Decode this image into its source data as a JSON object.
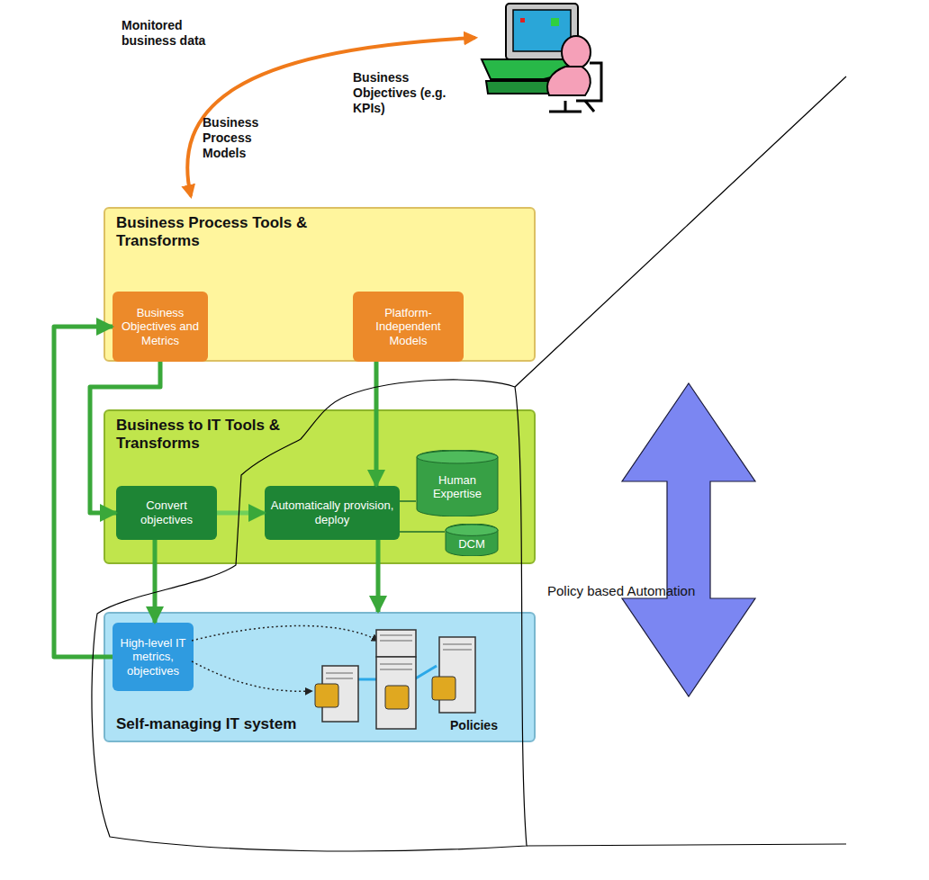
{
  "diagram": {
    "nodes": [
      {
        "text": [
          "Business Process Tools & Transforms"
        ]
      },
      {
        "text": [
          "Business Objectives and Metrics"
        ],
        "in": 0
      },
      {
        "text": [
          "Platform-Independent Models"
        ],
        "in": 0
      },
      {
        "text": [
          "Business to IT Tools & Transforms"
        ]
      },
      {
        "text": [
          "Convert objectives"
        ],
        "in": 3
      },
      {
        "text": [
          "Automatically provision, deploy"
        ],
        "in": 3
      },
      {
        "text": [
          "Human Expertise"
        ],
        "in": 3
      },
      {
        "text": [
          "DCM"
        ],
        "in": 3
      },
      {
        "text": [
          "Self-managing IT system"
        ]
      },
      {
        "text": [
          "High-level IT metrics, objectives"
        ],
        "in": 8
      },
      {
        "text": [
          "Policy based Automation"
        ]
      }
    ],
    "edges": [
      {
        "from": 1,
        "to": 4,
        "arrow": "to"
      },
      {
        "from": 2,
        "to": 5,
        "arrow": "to"
      },
      {
        "from": 4,
        "to": 5,
        "arrow": "to"
      },
      {
        "from": 4,
        "to": 9,
        "arrow": "to"
      },
      {
        "from": 5,
        "to": 8,
        "arrow": "to"
      },
      {
        "from": 9,
        "to": 1,
        "arrow": "to"
      },
      {
        "from": 5,
        "to": 6,
        "arrow": "none"
      },
      {
        "from": 5,
        "to": 7,
        "arrow": "none"
      }
    ],
    "labels": [
      "Monitored business data",
      "Business Objectives (e.g. KPIs)",
      "Business Process Models",
      "Policies"
    ]
  }
}
